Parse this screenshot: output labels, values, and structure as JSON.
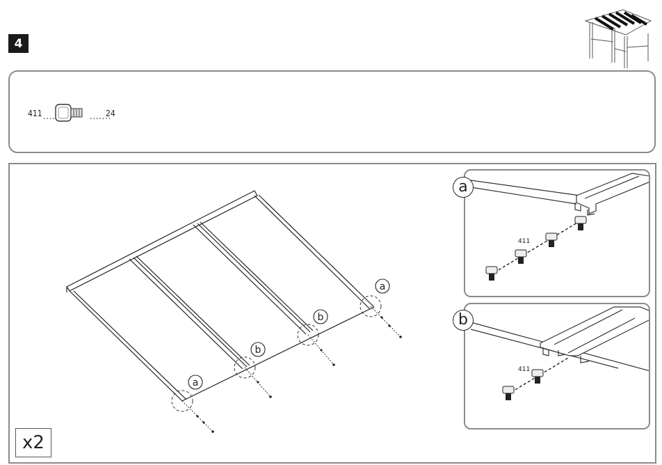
{
  "step": {
    "number": "4"
  },
  "parts": {
    "part_number": "411",
    "quantity": "24",
    "part_icon": "bolt-icon"
  },
  "main": {
    "labels": [
      "a",
      "b",
      "b",
      "a"
    ],
    "multiplier": "x2"
  },
  "detail_a": {
    "label": "a",
    "part_number": "411"
  },
  "detail_b": {
    "label": "b",
    "part_number": "411"
  }
}
